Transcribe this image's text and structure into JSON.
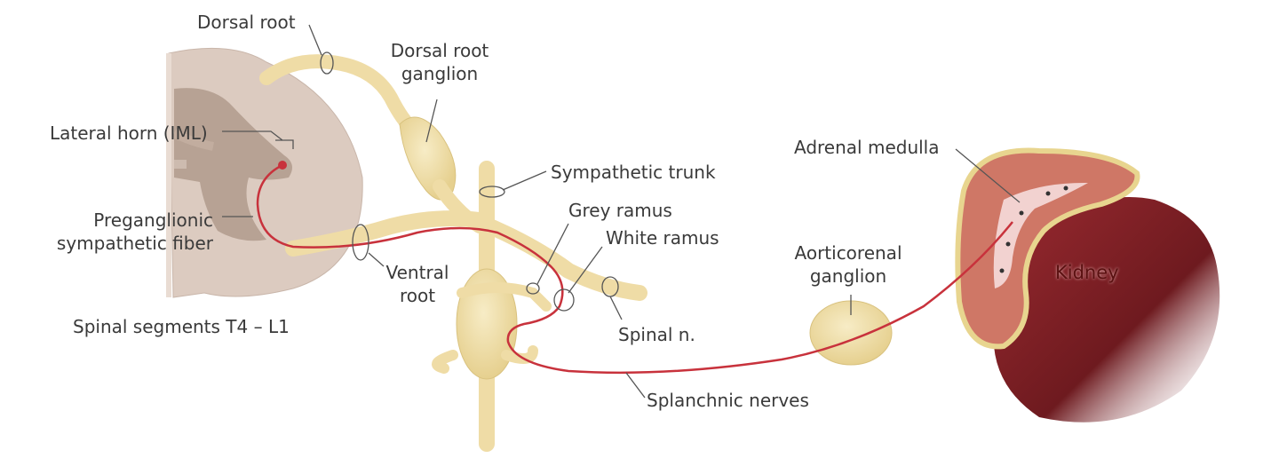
{
  "labels": {
    "dorsal_root": "Dorsal root",
    "dorsal_root_ganglion_1": "Dorsal root",
    "dorsal_root_ganglion_2": "ganglion",
    "lateral_horn": "Lateral horn (IML)",
    "preganglionic_1": "Preganglionic",
    "preganglionic_2": "sympathetic fiber",
    "spinal_segments": "Spinal segments T4 – L1",
    "ventral_root_1": "Ventral",
    "ventral_root_2": "root",
    "sympathetic_trunk": "Sympathetic trunk",
    "grey_ramus": "Grey ramus",
    "white_ramus": "White ramus",
    "spinal_nerve": "Spinal n.",
    "splanchnic_nerves": "Splanchnic nerves",
    "aorticorenal_1": "Aorticorenal",
    "aorticorenal_2": "ganglion",
    "adrenal_medulla": "Adrenal medulla",
    "kidney": "Kidney"
  },
  "colors": {
    "nerve": "#efdca6",
    "nerve_stroke": "#d9c27f",
    "spinal_cord": "#d8c7bc",
    "grey_matter": "#b59f91",
    "fiber": "#c8323c",
    "adrenal_cortex": "#cf7766",
    "adrenal_medulla": "#f2d2d0",
    "kidney": "#7a1f24"
  }
}
